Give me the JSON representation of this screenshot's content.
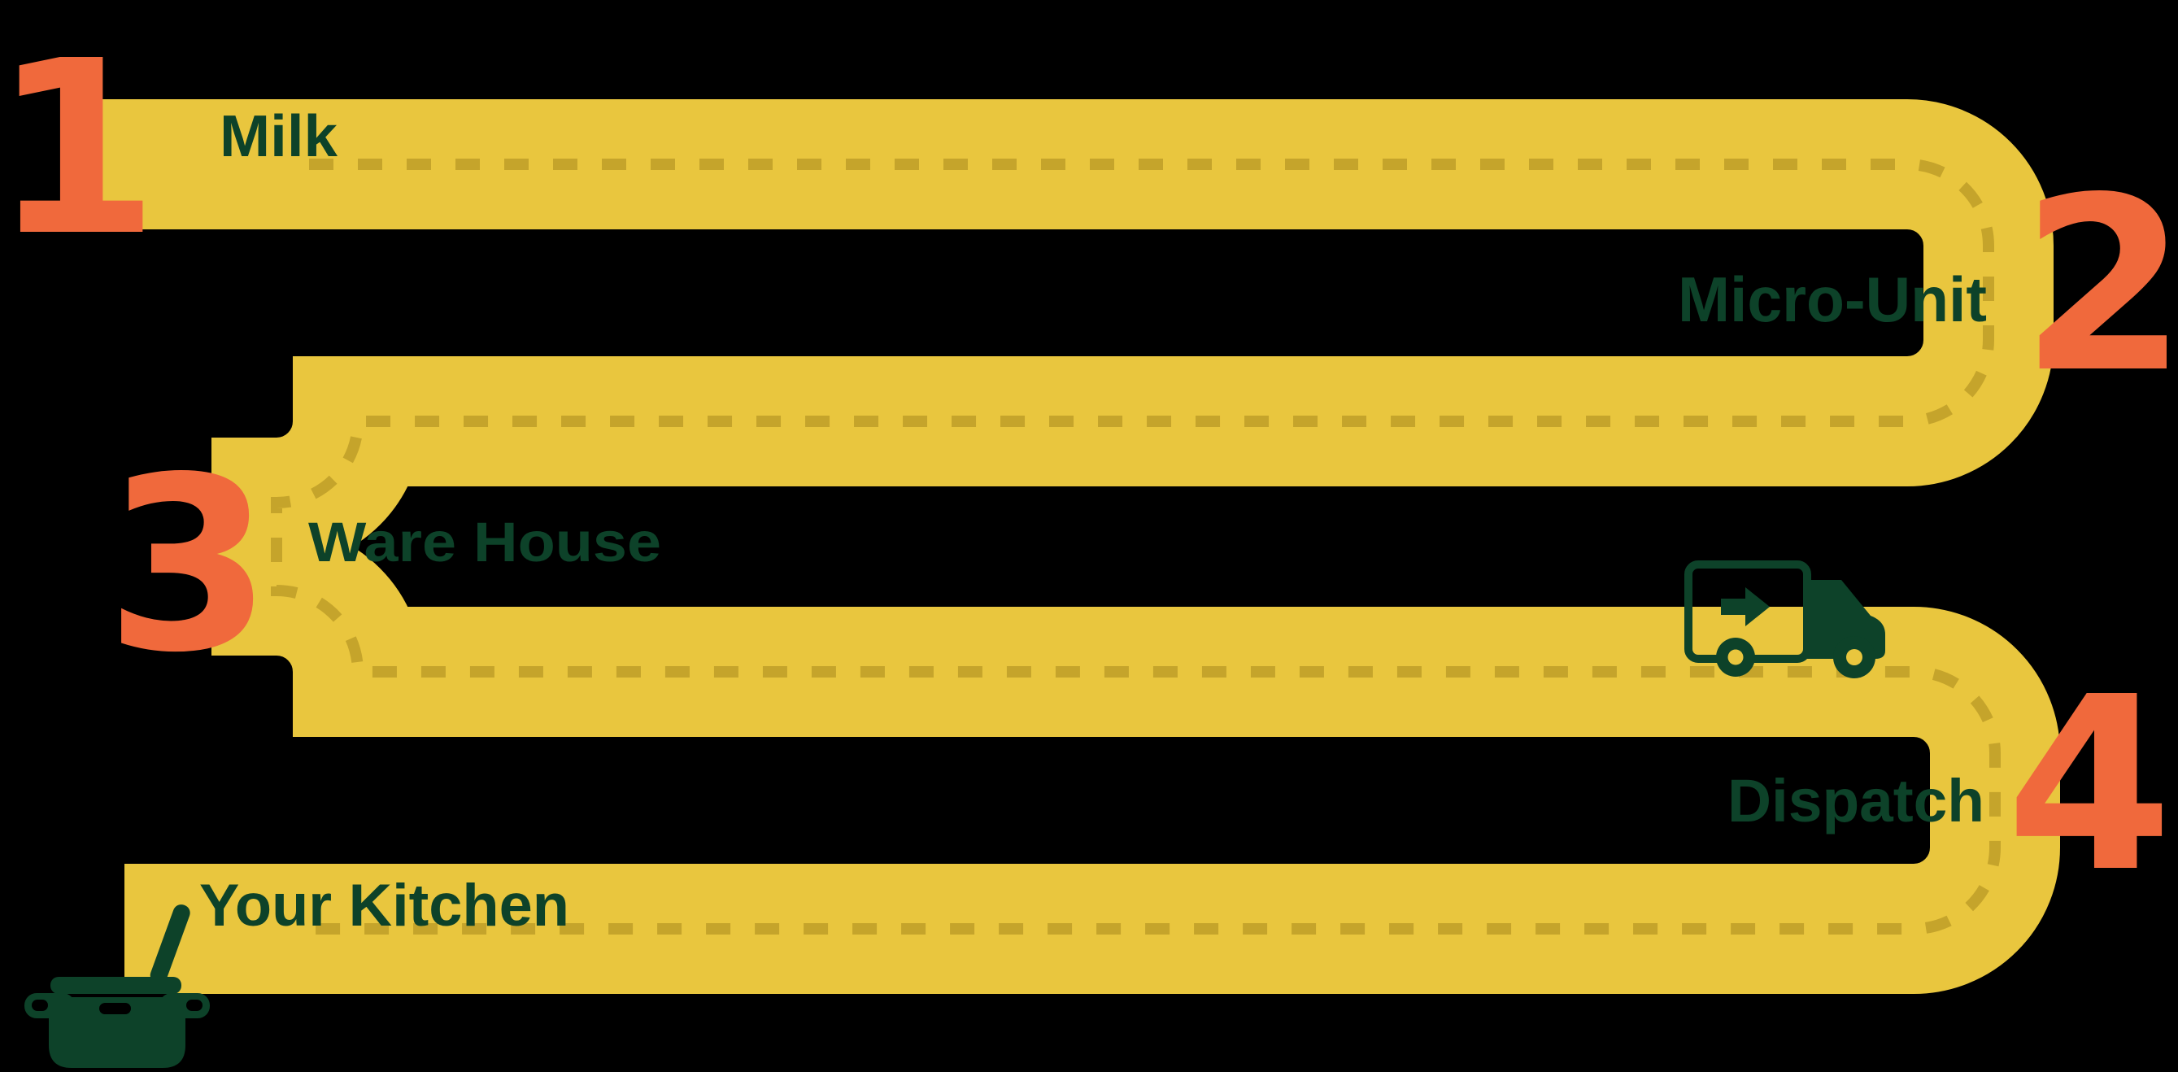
{
  "infographic": {
    "steps": [
      {
        "number": "1",
        "label": "Milk"
      },
      {
        "number": "2",
        "label": "Micro-Unit"
      },
      {
        "number": "3",
        "label": "Ware House"
      },
      {
        "number": "4",
        "label": "Dispatch"
      }
    ],
    "destination_label": "Your Kitchen",
    "icons": {
      "truck": "delivery-truck-icon",
      "pot": "cooking-pot-icon"
    }
  },
  "colors": {
    "background": "#000000",
    "road_yellow": "#E9C63E",
    "lane_line": "#C5A42B",
    "step_number_orange": "#F0693C",
    "dark_green": "#0D4229"
  }
}
